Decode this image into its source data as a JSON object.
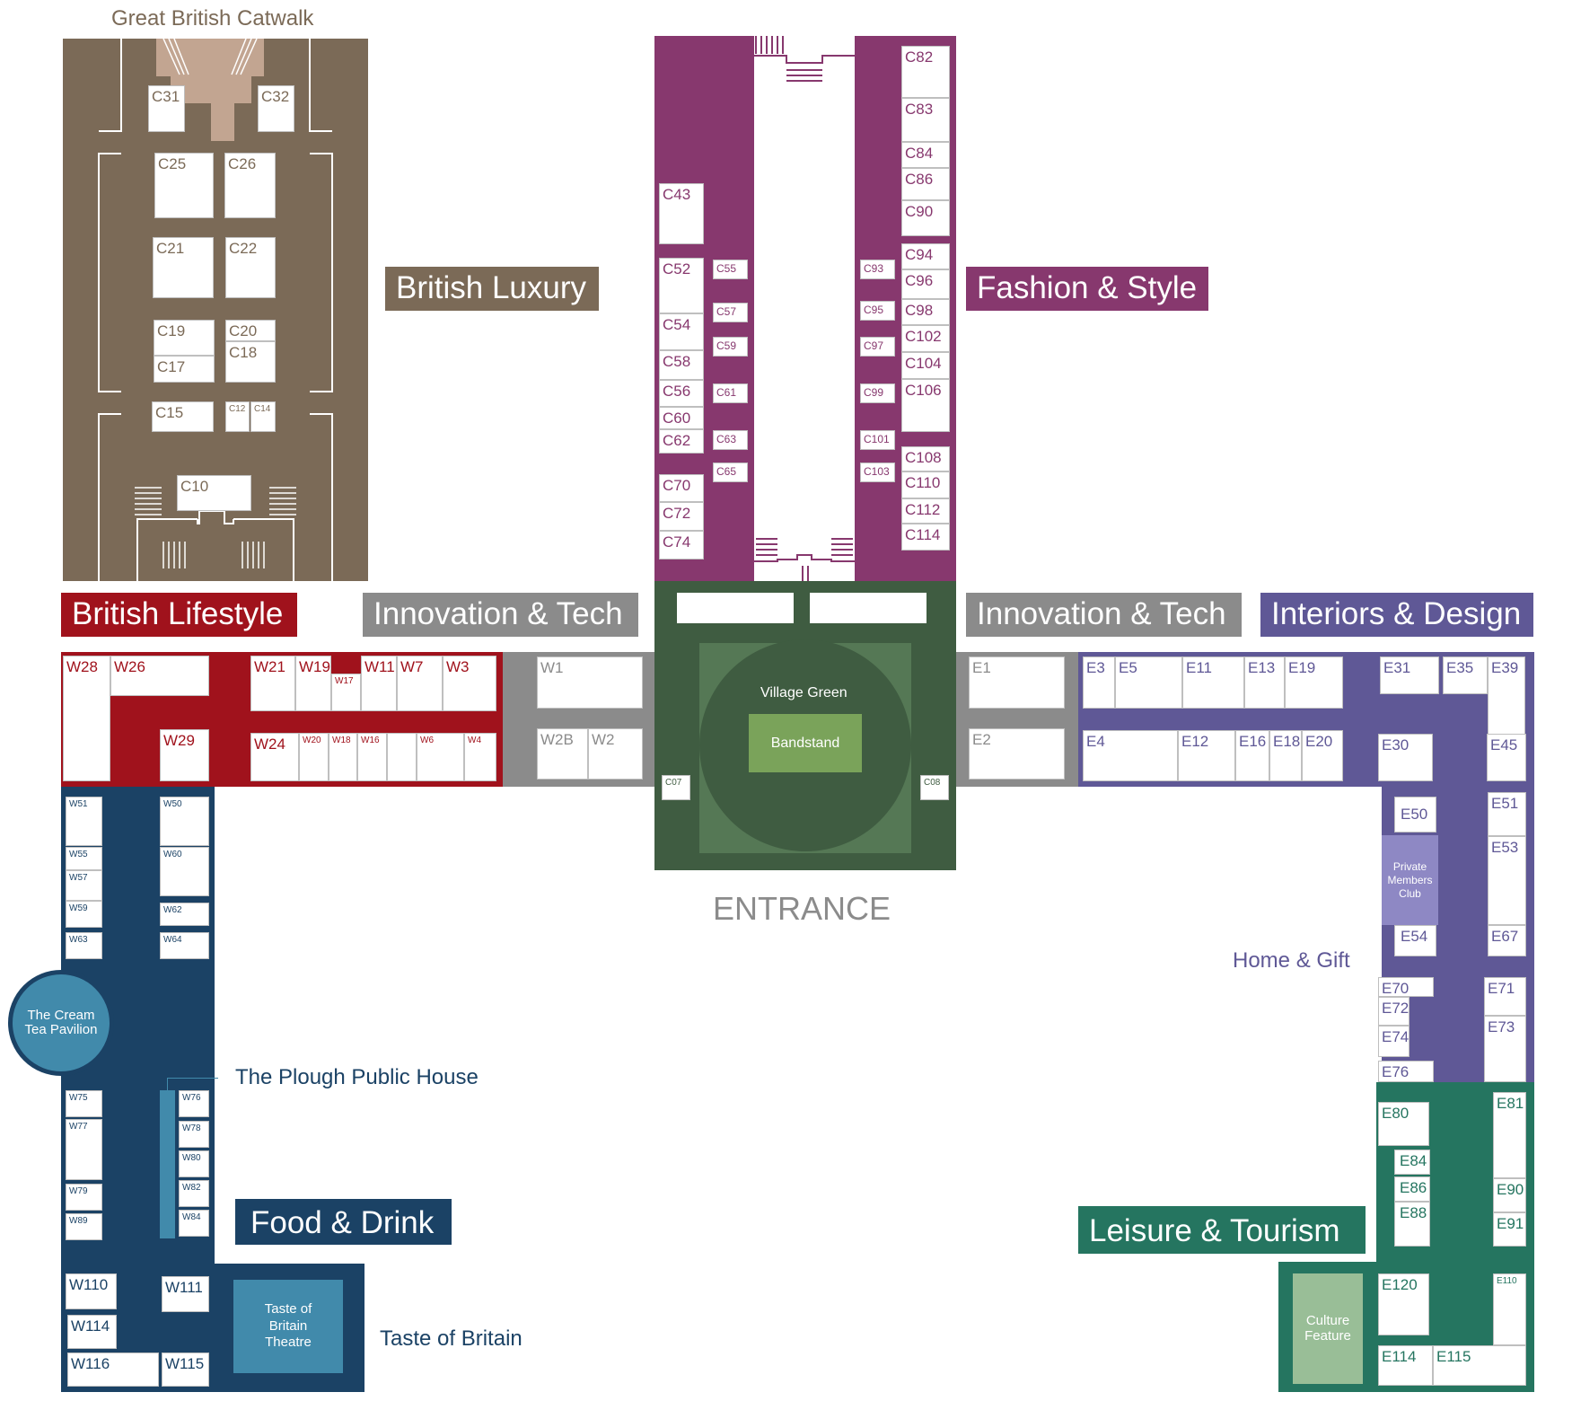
{
  "colors": {
    "british_luxury": "#7b6a57",
    "fashion_style": "#87386e",
    "british_lifestyle": "#a0121c",
    "innovation_tech": "#8b8b8b",
    "interiors_design": "#5f5896",
    "food_drink": "#1b4265",
    "leisure_tourism": "#257560",
    "village_green": "#3f5c41",
    "bandstand": "#7aa35a"
  },
  "labels": {
    "great_british_catwalk": "Great British Catwalk",
    "british_luxury": "British Luxury",
    "fashion_style": "Fashion & Style",
    "british_lifestyle": "British Lifestyle",
    "innovation_tech_west": "Innovation & Tech",
    "innovation_tech_east": "Innovation & Tech",
    "interiors_design": "Interiors & Design",
    "village_green": "Village Green",
    "bandstand": "Bandstand",
    "entrance": "ENTRANCE",
    "home_gift": "Home & Gift",
    "cream_tea_line1": "The Cream",
    "cream_tea_line2": "Tea Pavilion",
    "plough": "The Plough Public House",
    "food_drink": "Food & Drink",
    "taste_theatre_line1": "Taste of",
    "taste_theatre_line2": "Britain",
    "taste_theatre_line3": "Theatre",
    "taste_of_britain": "Taste of Britain",
    "leisure_tourism": "Leisure & Tourism",
    "private_line1": "Private",
    "private_line2": "Members",
    "private_line3": "Club",
    "culture_line1": "Culture",
    "culture_line2": "Feature"
  },
  "stands": {
    "luxury": [
      "C31",
      "C32",
      "C25",
      "C26",
      "C21",
      "C22",
      "C19",
      "C20",
      "C17",
      "C18",
      "C15",
      "C12",
      "C14",
      "C10"
    ],
    "fashion": [
      "C43",
      "C52",
      "C54",
      "C58",
      "C56",
      "C60",
      "C62",
      "C70",
      "C72",
      "C74",
      "C55",
      "C57",
      "C59",
      "C61",
      "C63",
      "C65",
      "C82",
      "C83",
      "C84",
      "C86",
      "C90",
      "C94",
      "C96",
      "C98",
      "C102",
      "C104",
      "C106",
      "C108",
      "C110",
      "C112",
      "C114",
      "C93",
      "C95",
      "C97",
      "C99",
      "C101",
      "C103"
    ],
    "lifestyle": [
      "W28",
      "W26",
      "W29",
      "W21",
      "W19",
      "W17",
      "W11",
      "W7",
      "W3",
      "W24",
      "W20",
      "W18",
      "W16",
      "W6",
      "W4"
    ],
    "innovation_west": [
      "W1",
      "W2B",
      "W2"
    ],
    "innovation_east": [
      "E1",
      "E2"
    ],
    "green": [
      "C07",
      "C08"
    ],
    "interiors": [
      "E3",
      "E5",
      "E11",
      "E13",
      "E19",
      "E4",
      "E12",
      "E16",
      "E18",
      "E20",
      "E31",
      "E35",
      "E39",
      "E30",
      "E45",
      "E50",
      "E51",
      "E53",
      "E54",
      "E67",
      "E70",
      "E72",
      "E74",
      "E76",
      "E71",
      "E73"
    ],
    "food": [
      "W51",
      "W50",
      "W55",
      "W60",
      "W57",
      "W59",
      "W62",
      "W63",
      "W64",
      "W75",
      "W76",
      "W77",
      "W78",
      "W80",
      "W79",
      "W82",
      "W89",
      "W84",
      "W110",
      "W111",
      "W114",
      "W116",
      "W115"
    ],
    "leisure": [
      "E80",
      "E81",
      "E84",
      "E86",
      "E90",
      "E88",
      "E91",
      "E120",
      "E110",
      "E114",
      "E115"
    ]
  }
}
